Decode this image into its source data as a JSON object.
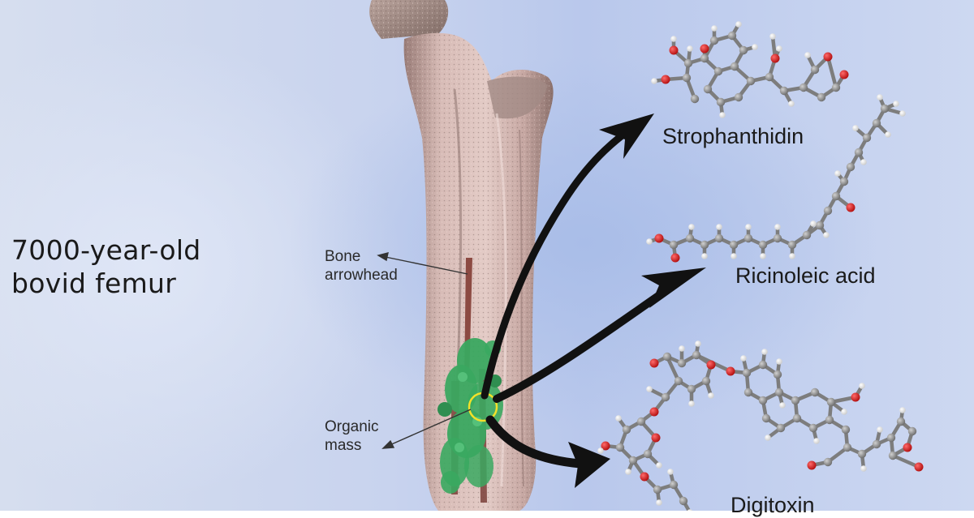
{
  "title": {
    "line1": "7000-year-old",
    "line2": "bovid femur"
  },
  "labels": {
    "arrowhead": {
      "line1": "Bone",
      "line2": "arrowhead"
    },
    "organic": {
      "line1": "Organic",
      "line2": "mass"
    }
  },
  "compounds": [
    {
      "name": "Strophanthidin"
    },
    {
      "name": "Ricinoleic acid"
    },
    {
      "name": "Digitoxin"
    }
  ],
  "colors": {
    "bone": "#c9a8a3",
    "organic_mass": "#3aa860",
    "highlight_circle": "#f2e02a",
    "arrow": "#111111",
    "carbon": "#8a8a8a",
    "oxygen": "#d41a1a",
    "hydrogen": "#f2f2f2"
  }
}
